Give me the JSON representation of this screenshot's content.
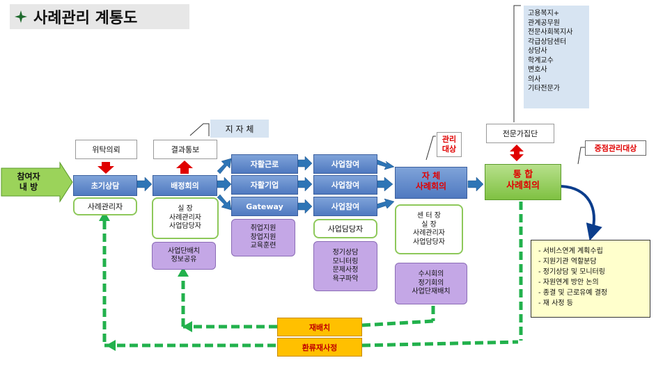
{
  "title": "사례관리 계통도",
  "nodes": {
    "referral": "참여자\n내 방",
    "consign": "위탁의뢰",
    "initial": "초기상담",
    "case_manager": "사례관리자",
    "result_notice": "결과통보",
    "jijache": "지 자 체",
    "assign": "배정회의",
    "assign_members": "실        장\n사례관리자\n사업담당자",
    "assign_purple": "사업단배치\n정보공유",
    "rehab_work": "자활근로",
    "rehab_ent": "자활기업",
    "gateway": "Gateway",
    "job_purple": "취업지원\n창업지원\n교육훈련",
    "part1": "사업참여",
    "part2": "사업참여",
    "part3": "사업참여",
    "biz_manager": "사업담당자",
    "biz_purple": "정기상담\n모니터링\n문제사정\n욕구파악",
    "self_line1": "자        체",
    "self_line2": "사례회의",
    "mgmt_target": "관리\n대상",
    "self_members": "센  터  장\n실        장\n사례관리자\n사업담당자",
    "self_purple": "수시회의\n정기회의\n사업단재배치",
    "expert_group": "전문가집단",
    "experts": "고용복지+\n관계공무원\n전문사회복지사\n각급상담센터\n상담사\n학계교수\n변호사\n의사\n기타전문가",
    "intensive": "중점관리대상",
    "int_line1": "통        합",
    "int_line2": "사례회의",
    "outcomes": "- 서비스연계 계획수립\n- 지원기관 역할분담\n- 정기상담 및 모니터링\n- 자원연계 방안 논의\n- 종결 및 근로유예 결정\n- 재 사정 등",
    "reassign": "재배치",
    "reassess": "환류재사정"
  },
  "colors": {
    "blue": "#4f79c0",
    "green": "#7fc142",
    "purple": "#c4a7e6",
    "orange": "#ffc000",
    "red": "#e00000",
    "dash_green": "#22b14c",
    "arrow_blue": "#2e75b6"
  }
}
